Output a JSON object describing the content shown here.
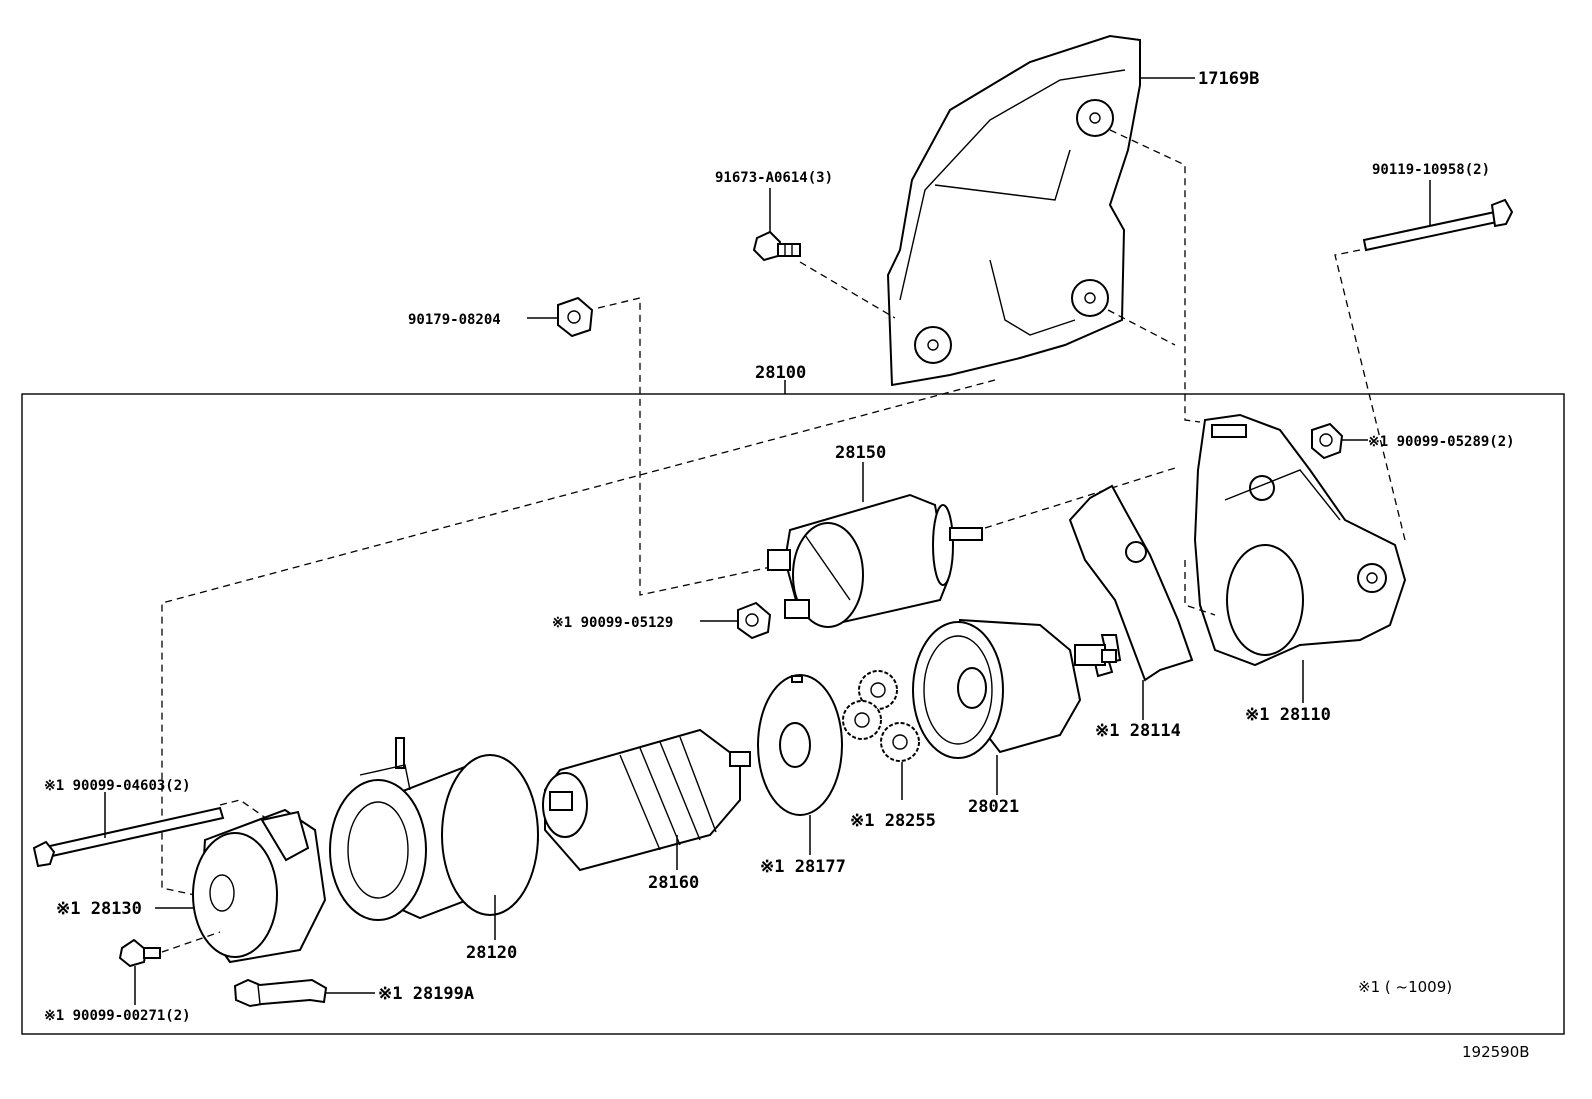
{
  "diagram_id": "192590B",
  "assembly_label": "28100",
  "footnote": "※1 (     ~1009)",
  "callouts": {
    "c17169b": "17169B",
    "c91673": "91673-A0614(3)",
    "c90119_10958": "90119-10958(2)",
    "c90179": "90179-08204",
    "c28150": "28150",
    "c90099_05289": "※1 90099-05289(2)",
    "c90099_05129": "※1 90099-05129",
    "c28114": "※1 28114",
    "c28110": "※1 28110",
    "c28021": "28021",
    "c28255": "※1 28255",
    "c28177": "※1 28177",
    "c28160": "28160",
    "c28120": "28120",
    "c90099_04603": "※1 90099-04603(2)",
    "c28130": "※1 28130",
    "c28199a": "※1 28199A",
    "c90099_00271": "※1 90099-00271(2)"
  }
}
